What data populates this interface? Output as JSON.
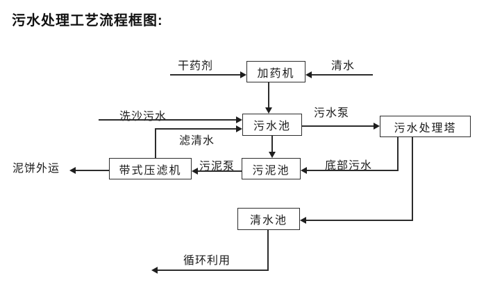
{
  "title": "污水处理工艺流程框图:",
  "diagram": {
    "nodes": {
      "dosing_machine": "加药机",
      "sewage_pool": "污水池",
      "treatment_tower": "污水处理塔",
      "sludge_pool": "污泥池",
      "belt_filter_press": "带式压滤机",
      "clear_water_pool": "清水池"
    },
    "flow_labels": {
      "dry_agent": "干药剂",
      "clear_water": "清水",
      "sand_washing_sewage": "洗沙污水",
      "sewage_pump": "污水泵",
      "filtered_water": "滤清水",
      "sludge_pump": "污泥泵",
      "bottom_sewage": "底部污水",
      "mud_cake_outbound": "泥饼外运",
      "recycling": "循环利用"
    },
    "colors": {
      "line": "#2b2b2b",
      "text": "#1a1a1a",
      "background": "#ffffff"
    }
  }
}
